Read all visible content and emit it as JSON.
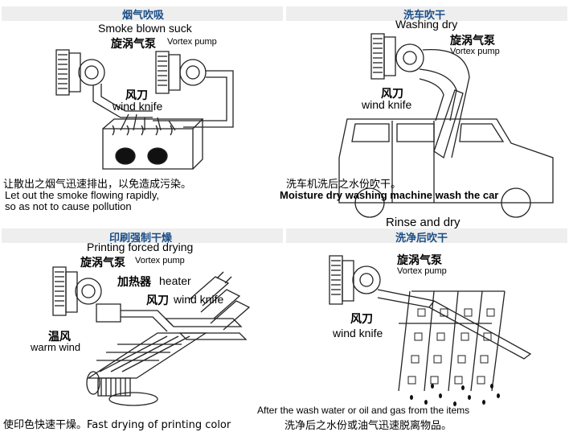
{
  "panels": {
    "smoke": {
      "title": "烟气吹吸",
      "subtitle_en": "Smoke blown suck",
      "pump_cn": "旋涡气泵",
      "pump_en": "Vortex pump",
      "knife_cn": "风刀",
      "knife_en": "wind knife",
      "caption_cn": "让散出之烟气迅速排出，以免造成污染。",
      "caption_en_1": "Let out the smoke flowing rapidly,",
      "caption_en_2": "so as not to cause pollution"
    },
    "carwash": {
      "title": "洗车吹干",
      "subtitle_en": "Washing dry",
      "pump_cn": "旋涡气泵",
      "pump_en": "Vortex pump",
      "knife_cn": "风刀",
      "knife_en": "wind knife",
      "caption_cn": "洗车机洗后之水份吹干。",
      "caption_en": "Moisture dry washing machine wash the car"
    },
    "printing": {
      "title": "印刷强制干燥",
      "subtitle_en": "Printing forced drying",
      "pump_cn": "旋涡气泵",
      "pump_en": "Vortex pump",
      "heater_cn": "加热器",
      "heater_en": "heater",
      "knife_cn": "风刀",
      "knife_en": "wind knife",
      "warm_cn": "温风",
      "warm_en": "warm wind",
      "caption": "使印色快速干燥。Fast drying of printing color"
    },
    "rinse": {
      "subtitle_en": "Rinse and dry",
      "title": "洗净后吹干",
      "pump_cn": "旋涡气泵",
      "pump_en": "Vortex pump",
      "knife_cn": "风刀",
      "knife_en": "wind knife",
      "caption_en": "After the wash water or oil and gas from the items",
      "caption_cn": "洗净后之水份或油气迅速脱离物品。"
    }
  }
}
